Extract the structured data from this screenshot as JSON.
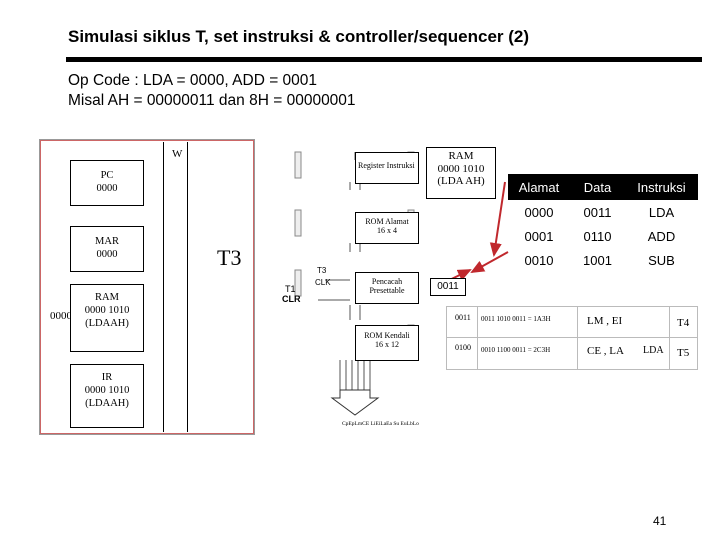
{
  "slide": {
    "title": "Simulasi siklus T, set instruksi & controller/sequencer (2)",
    "line1": "Op Code : LDA = 0000, ADD = 0001",
    "line2": "Misal AH = 00000011 dan 8H = 00000001",
    "page_number": "41"
  },
  "left_diagram": {
    "w_label": "W",
    "state_label": "T3",
    "side_value": "0000",
    "pc": {
      "name": "PC",
      "value": "0000"
    },
    "mar": {
      "name": "MAR",
      "value": "0000"
    },
    "ram": {
      "name": "RAM",
      "line1": "0000 1010",
      "line2": "(LDAAH)"
    },
    "ir": {
      "name": "IR",
      "line1": "0000 1010",
      "line2": "(LDAAH)"
    }
  },
  "callout": {
    "ram_label": "RAM",
    "ram_value": "0000 1010",
    "ram_instr": "(LDA AH)",
    "data_label": "0011"
  },
  "block_diagram": {
    "register_instruksi": "Register Instruksi",
    "rom_alamat": "ROM Alamat",
    "rom_alamat_size": "16 x 4",
    "pencacah": "Pencacah",
    "presettable": "Presettable",
    "rom_kendali": "ROM Kendali",
    "rom_kendali_size": "16 x 12",
    "t3": "T3",
    "clk": "CLK",
    "t1": "T1",
    "clr": "CLR",
    "control_bus": "CpEpLmCE  LiEiLaEa Su EuLbLo"
  },
  "table": {
    "headers": [
      "Alamat",
      "Data",
      "Instruksi"
    ],
    "rows": [
      [
        "0000",
        "0011",
        "LDA"
      ],
      [
        "0001",
        "0110",
        "ADD"
      ],
      [
        "0010",
        "1001",
        "SUB"
      ]
    ],
    "header_color": "#000000"
  },
  "mini_table": {
    "rows": [
      {
        "addr": "0011",
        "word": "0011 1010 0011 = 1A3H",
        "signals": "LM , EI",
        "state": "T4",
        "instr": ""
      },
      {
        "addr": "0100",
        "word": "0010 1100 0011 = 2C3H",
        "signals": "CE , LA",
        "state": "T5",
        "instr": "LDA"
      }
    ]
  }
}
